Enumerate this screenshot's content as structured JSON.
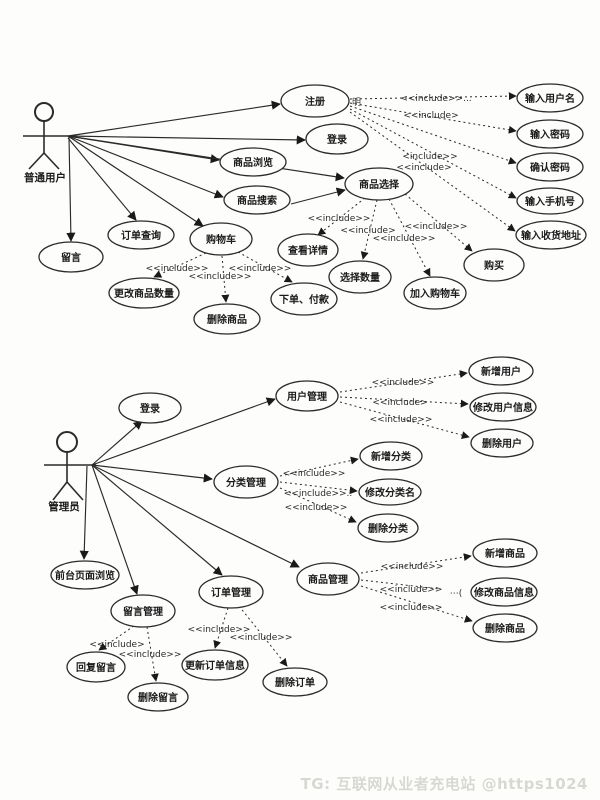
{
  "watermark": "TG: 互联网从业者充电站 @https1024",
  "actors": {
    "normal_user": "普通用户",
    "admin": "管理员"
  },
  "user_section": {
    "register": "注册",
    "register_note": "明",
    "login": "登录",
    "browse_products": "商品浏览",
    "search_products": "商品搜索",
    "select_products": "商品选择",
    "order_query": "订单查询",
    "shopping_cart": "购物车",
    "leave_message": "留言",
    "change_quantity": "更改商品数量",
    "delete_product": "删除商品",
    "view_details": "查看详情",
    "select_quantity": "选择数量",
    "place_order_pay": "下单、付款",
    "add_to_cart": "加入购物车",
    "buy": "购买",
    "enter_username": "输入用户名",
    "enter_password": "输入密码",
    "confirm_password": "确认密码",
    "enter_phone": "输入手机号",
    "enter_address": "输入收货地址"
  },
  "admin_section": {
    "login": "登录",
    "user_mgmt": "用户管理",
    "add_user": "新增用户",
    "modify_user": "修改用户信息",
    "delete_user": "删除用户",
    "category_mgmt": "分类管理",
    "add_category": "新增分类",
    "modify_category": "修改分类名",
    "delete_category": "删除分类",
    "front_page": "前台页面浏览",
    "message_mgmt": "留言管理",
    "order_mgmt": "订单管理",
    "product_mgmt": "商品管理",
    "reply_message": "回复留言",
    "delete_message": "删除留言",
    "update_order": "更新订单信息",
    "delete_order": "删除订单",
    "add_product": "新增商品",
    "modify_product": "修改商品信息",
    "modify_product_ellipsis": "⋯(",
    "delete_product": "删除商品"
  },
  "include_labels": {
    "reg_username": "<<include>>...",
    "reg_password": "<<include>",
    "reg_phone": "<include>>",
    "reg_address": "<<include>",
    "sel_detail": "<<include>>",
    "sel_quantity": "<<include>",
    "sel_cart": "<<include>>",
    "sel_buy": "<<include>>",
    "cart_modify": "<<include>>",
    "cart_delete": "<<include>>",
    "cart_order": "<<include>>",
    "user_add": "<<include>>",
    "user_modify": "<<include>",
    "user_delete": "<<include>>",
    "cat_add": "<<include>>",
    "cat_modify": "<<include>>..",
    "cat_delete": "<<include>>",
    "msg_reply": "<<include>",
    "msg_delete": "<<include>>",
    "order_update": "<<include>>",
    "order_delete": "<<include>>",
    "prod_add": "<<include>>",
    "prod_modify": "<<include>>",
    "prod_delete": "<<include>>"
  },
  "colors": {
    "stroke": "#2a2a2a",
    "text": "#1b1b1b",
    "watermark": "#d8d8d2",
    "background": "#fdfdfc"
  }
}
